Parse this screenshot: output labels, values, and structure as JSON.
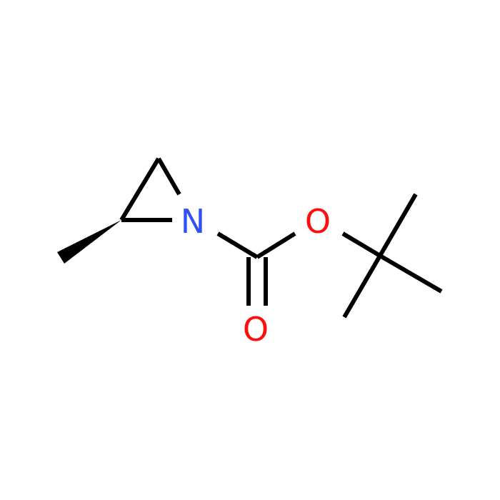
{
  "molecule": {
    "atoms": {
      "nitrogen": {
        "symbol": "N",
        "color": "#3050F8"
      },
      "ester_oxygen": {
        "symbol": "O",
        "color": "#FF0D0D"
      },
      "carbonyl_oxygen": {
        "symbol": "O",
        "color": "#FF0D0D"
      }
    },
    "bond_color": "#000000",
    "background": "#FFFFFF"
  }
}
